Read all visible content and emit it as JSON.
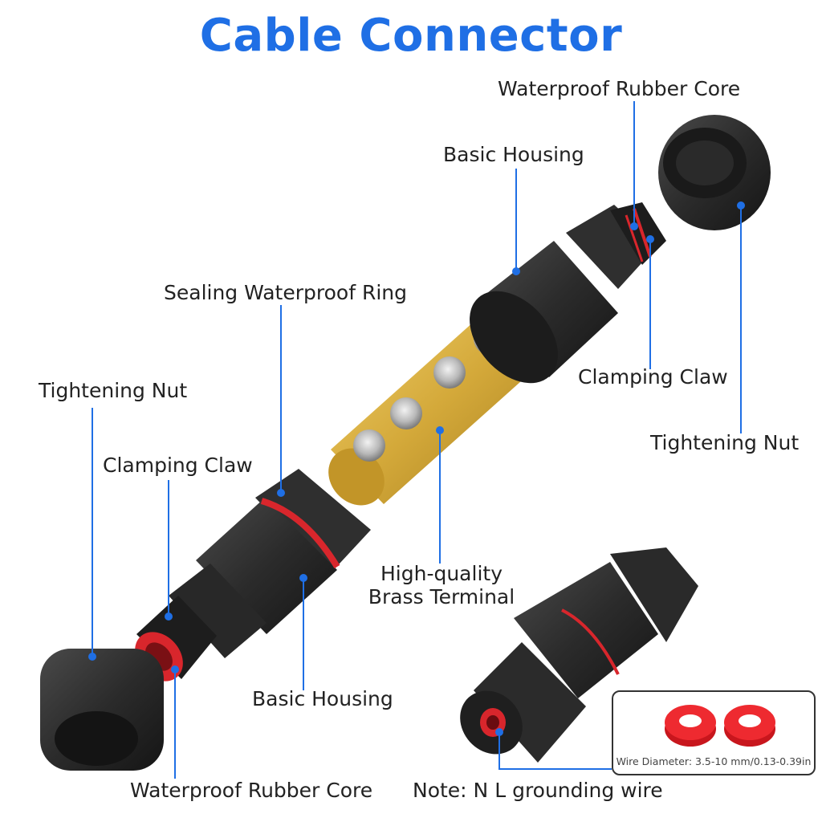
{
  "title": "Cable Connector",
  "labels": {
    "waterproof_rubber_core_top": "Waterproof Rubber Core",
    "basic_housing_top": "Basic Housing",
    "sealing_waterproof_ring": "Sealing Waterproof Ring",
    "clamping_claw_right": "Clamping Claw",
    "tightening_nut_left": "Tightening Nut",
    "tightening_nut_right": "Tightening Nut",
    "clamping_claw_left": "Clamping Claw",
    "brass_terminal_line1": "High-quality",
    "brass_terminal_line2": "Brass Terminal",
    "basic_housing_bottom": "Basic Housing",
    "waterproof_rubber_core_bottom": "Waterproof Rubber Core"
  },
  "note": "Note: N L grounding wire",
  "wire_diameter": "Wire Diameter: 3.5-10 mm/0.13-0.39in",
  "colors": {
    "title_blue": "#1f6fe5",
    "pointer_blue": "#1f6fe5",
    "housing_black": "#2a2a2a",
    "brass": "#d4a93a",
    "seal_red": "#d8262c"
  }
}
